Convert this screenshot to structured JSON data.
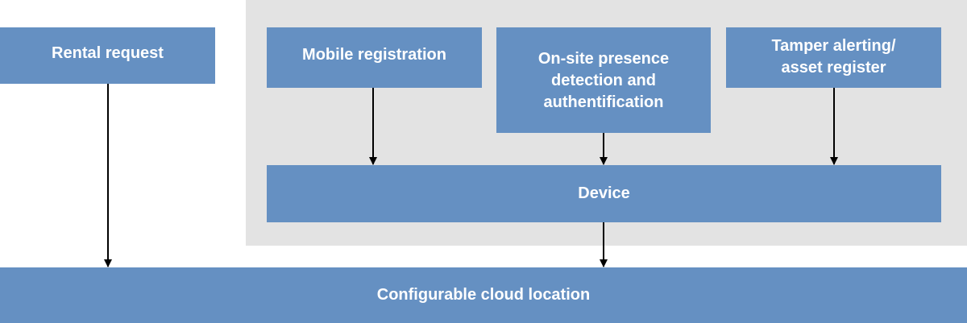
{
  "diagram": {
    "nodes": {
      "rental_request": "Rental request",
      "mobile_registration": "Mobile registration",
      "onsite_presence": "On-site presence\ndetection and\nauthentification",
      "tamper_alerting": "Tamper alerting/\nasset register",
      "device": "Device",
      "cloud_location": "Configurable cloud location"
    },
    "edges": [
      {
        "from": "rental_request",
        "to": "cloud_location"
      },
      {
        "from": "mobile_registration",
        "to": "device"
      },
      {
        "from": "onsite_presence",
        "to": "device"
      },
      {
        "from": "tamper_alerting",
        "to": "device"
      },
      {
        "from": "device",
        "to": "cloud_location"
      }
    ],
    "colors": {
      "box_fill": "#6590c2",
      "box_text": "#ffffff",
      "group_background": "#e3e3e3",
      "arrow": "#000000"
    }
  }
}
